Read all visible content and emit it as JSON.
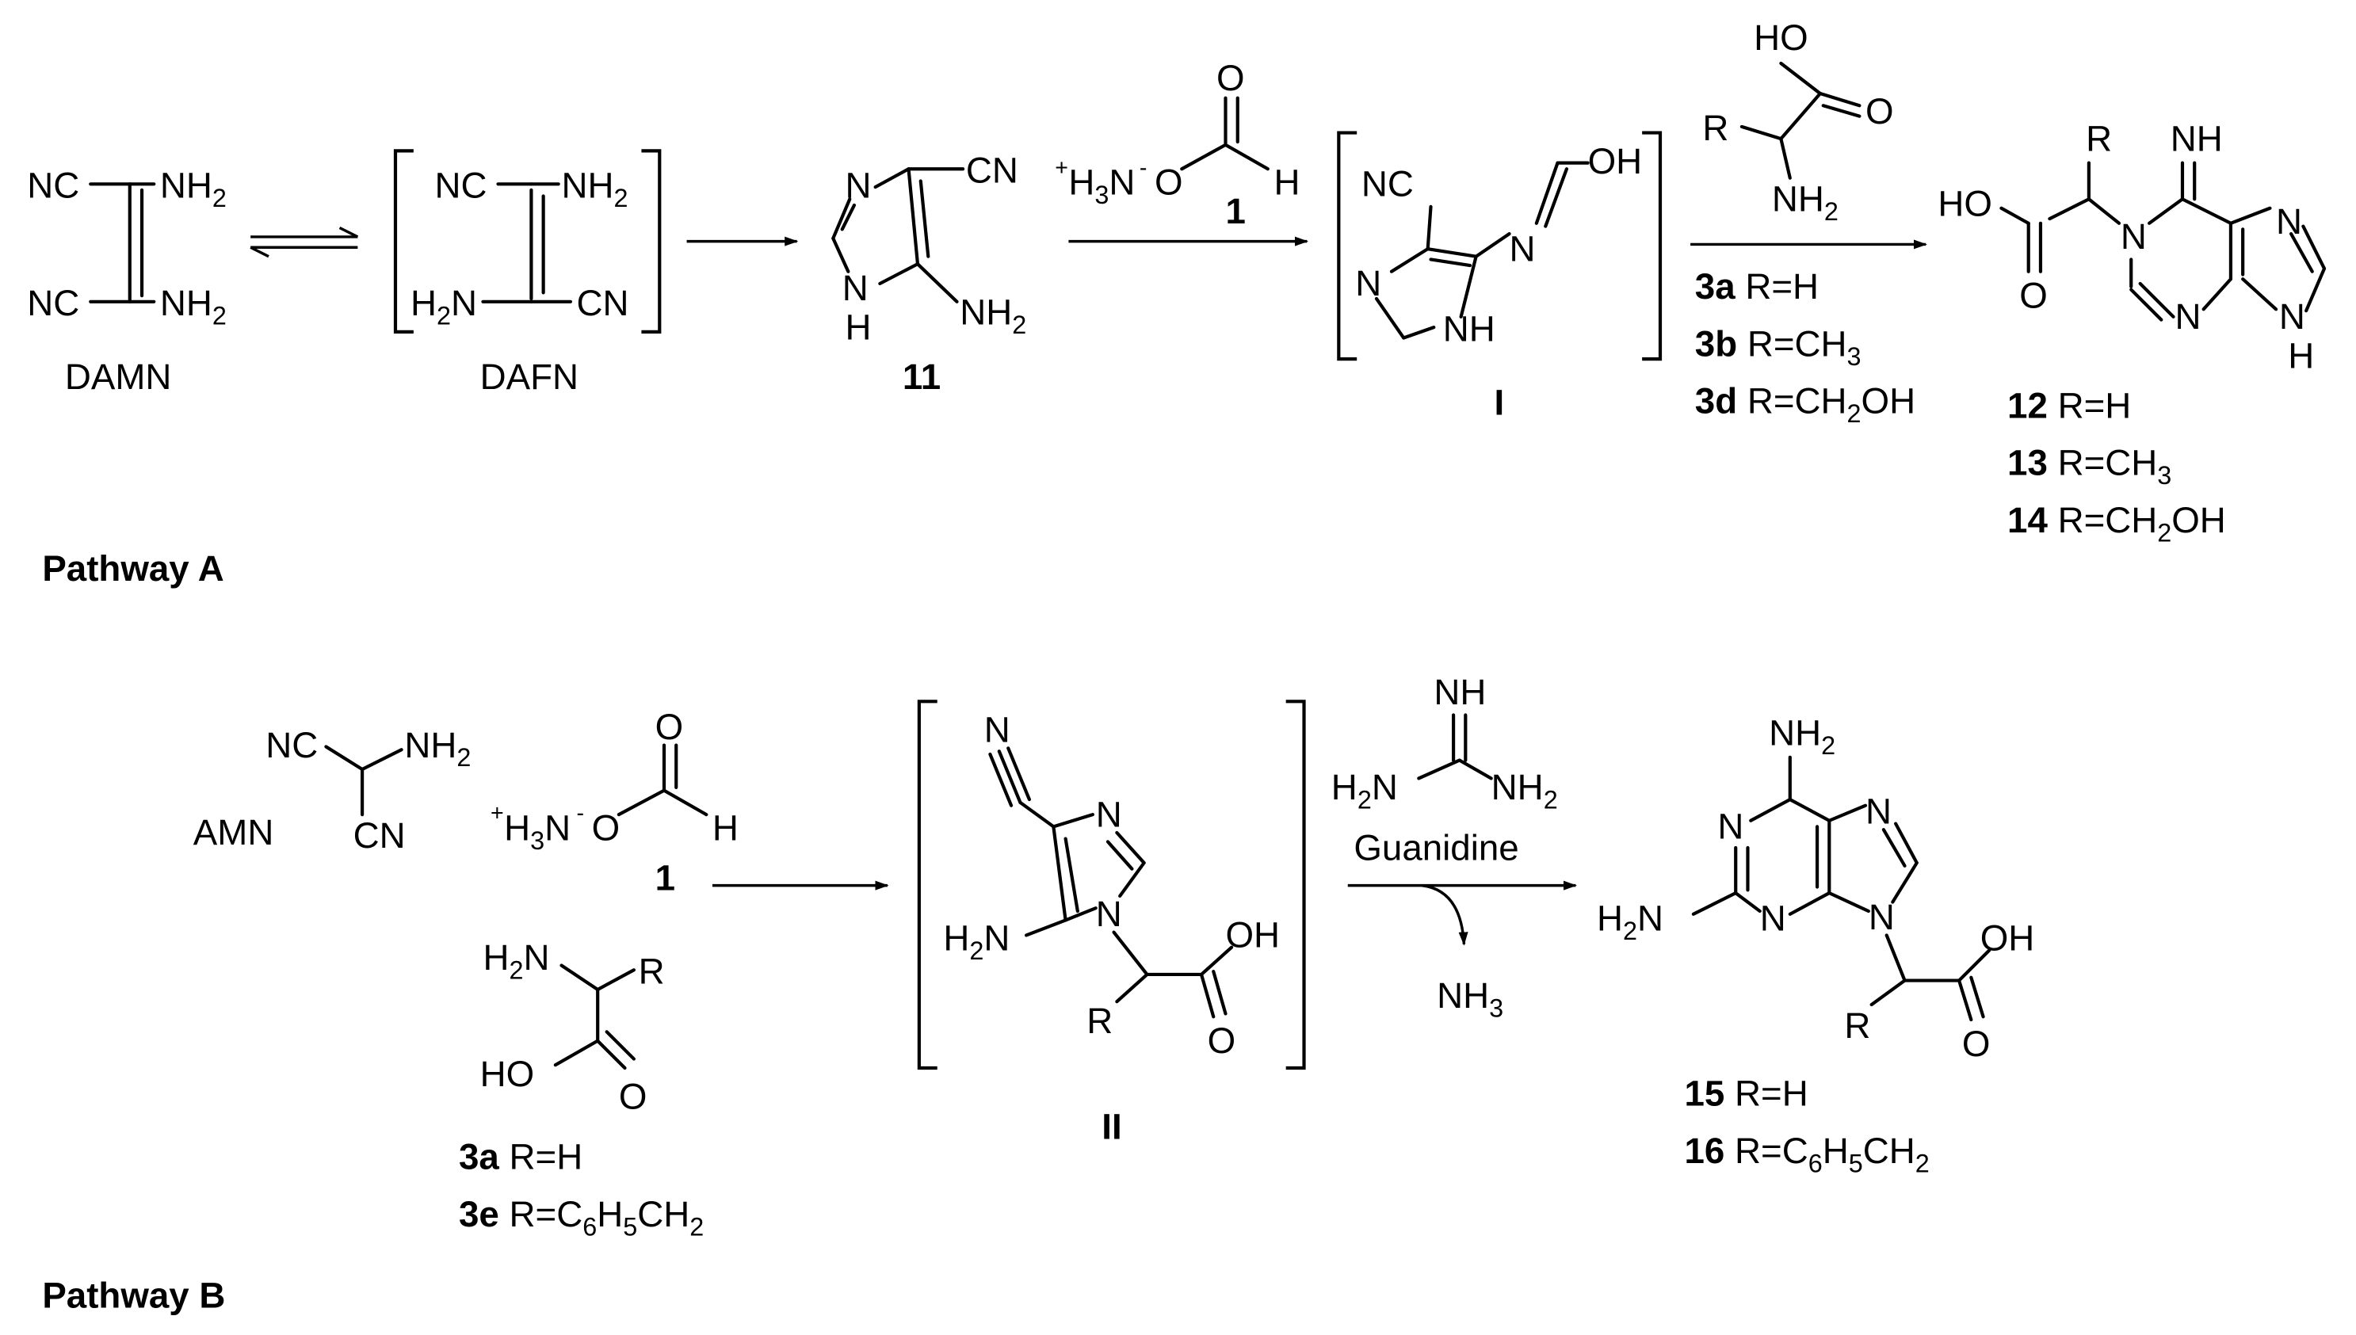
{
  "pathways": {
    "a_label": "Pathway A",
    "b_label": "Pathway B"
  },
  "compounds": {
    "damn": {
      "name": "DAMN",
      "nc": "NC",
      "nh2": "NH",
      "sub2": "2"
    },
    "dafn": {
      "name": "DAFN",
      "nc": "NC",
      "cn": "CN",
      "nh": "NH",
      "hn": "H",
      "n": "N",
      "sub2": "2"
    },
    "c11": {
      "id": "11",
      "n": "N",
      "h": "H",
      "cn": "CN",
      "nh": "NH",
      "sub2": "2"
    },
    "formate": {
      "id": "1",
      "plus": "+",
      "h3n": "H",
      "sub3": "3",
      "n": "N",
      "minus": "-",
      "o": "O",
      "h": "H"
    },
    "intI": {
      "id": "I",
      "nc": "NC",
      "n": "N",
      "nh": "NH",
      "oh": "OH"
    },
    "aa": {
      "ho": "HO",
      "o": "O",
      "r": "R",
      "nh": "NH",
      "sub2": "2"
    },
    "aa_list": [
      {
        "id": "3a",
        "text": " R=H"
      },
      {
        "id": "3b",
        "text": " R=CH",
        "sub": "3"
      },
      {
        "id": "3d",
        "text": " R=CH",
        "sub": "2",
        "tail": "OH"
      }
    ],
    "prodA": {
      "ho": "HO",
      "o": "O",
      "r": "R",
      "nh": "NH",
      "n": "N",
      "h": "H"
    },
    "prodA_list": [
      {
        "id": "12",
        "text": " R=H"
      },
      {
        "id": "13",
        "text": " R=CH",
        "sub": "3"
      },
      {
        "id": "14",
        "text": " R=CH",
        "sub": "2",
        "tail": "OH"
      }
    ],
    "amn": {
      "name": "AMN",
      "nc": "NC",
      "cn": "CN",
      "nh": "NH",
      "sub2": "2"
    },
    "formateB": {
      "id": "1",
      "plus": "+",
      "h3n": "H",
      "sub3": "3",
      "n": "N",
      "minus": "-",
      "o": "O",
      "h": "H"
    },
    "aaB": {
      "h2n_h": "H",
      "h2n_n": "N",
      "sub2": "2",
      "r": "R",
      "ho": "HO",
      "o": "O"
    },
    "aaB_list": [
      {
        "id": "3a",
        "text": " R=H"
      },
      {
        "id": "3e",
        "text": " R=C",
        "s1": "6",
        "m": "H",
        "s2": "5",
        "m2": "CH",
        "s3": "2"
      }
    ],
    "intII": {
      "id": "II",
      "n": "N",
      "h": "H",
      "sub2": "2",
      "oh": "OH",
      "o": "O",
      "r": "R"
    },
    "guanidine": {
      "nh": "NH",
      "h": "H",
      "n": "N",
      "sub2": "2",
      "label": "Guanidine",
      "nh3_n": "NH",
      "nh3_sub": "3"
    },
    "prodB": {
      "nh": "NH",
      "h": "H",
      "n": "N",
      "sub2": "2",
      "oh": "OH",
      "o": "O",
      "r": "R"
    },
    "prodB_list": [
      {
        "id": "15",
        "text": " R=H"
      },
      {
        "id": "16",
        "text": " R=C",
        "s1": "6",
        "m": "H",
        "s2": "5",
        "m2": "CH",
        "s3": "2"
      }
    ]
  }
}
